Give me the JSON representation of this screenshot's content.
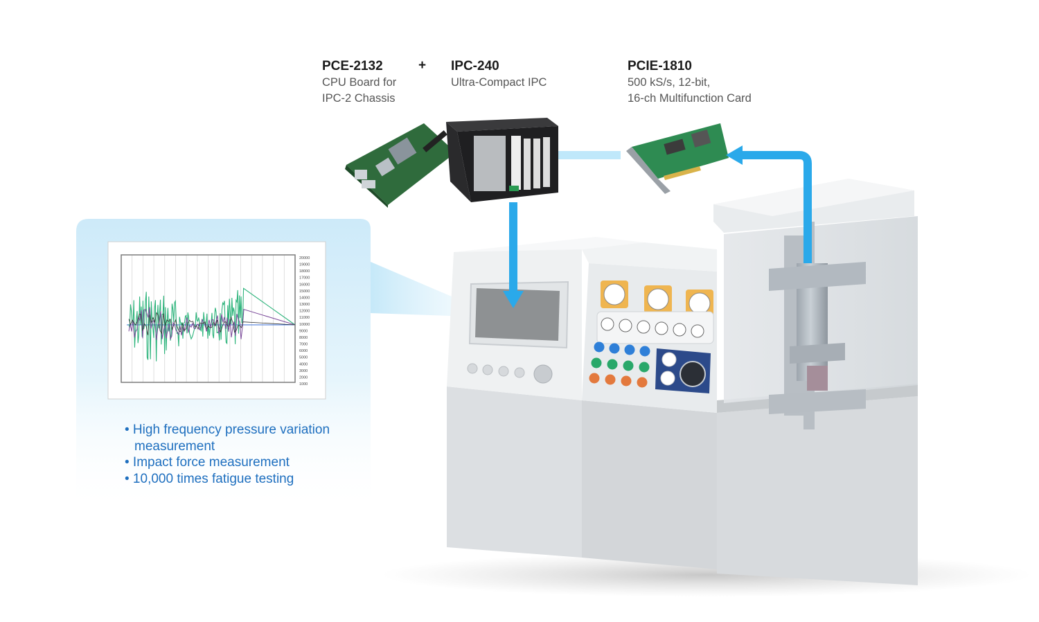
{
  "products": [
    {
      "id": "pce-2132",
      "name": "PCE-2132",
      "lines": [
        "CPU Board for",
        "IPC-2 Chassis"
      ]
    },
    {
      "id": "ipc-240",
      "name": "IPC-240",
      "lines": [
        "Ultra-Compact IPC"
      ]
    },
    {
      "id": "pcie-1810",
      "name": "PCIE-1810",
      "lines": [
        "500 kS/s, 12-bit,",
        "16-ch Multifunction Card"
      ]
    }
  ],
  "plus_sign": "+",
  "features": [
    "• High frequency pressure variation measurement",
    "• Impact force measurement",
    "• 10,000 times fatigue testing"
  ],
  "waveform_panel": {
    "y_ticks": [
      20000,
      19000,
      18000,
      17000,
      16000,
      15000,
      14000,
      13000,
      12000,
      11000,
      10000,
      9000,
      8000,
      7000,
      6000,
      5000,
      4000,
      3000,
      2000,
      1000
    ],
    "colors": {
      "series_green": "#2bb37a",
      "series_purple": "#7b4a9a",
      "series_dark": "#333333",
      "baseline_blue": "#3a6fd8"
    }
  },
  "colors": {
    "arrow": "#2aa9ea",
    "feature_text": "#1e6fbf",
    "callout_bg": "#d9f0fb"
  }
}
